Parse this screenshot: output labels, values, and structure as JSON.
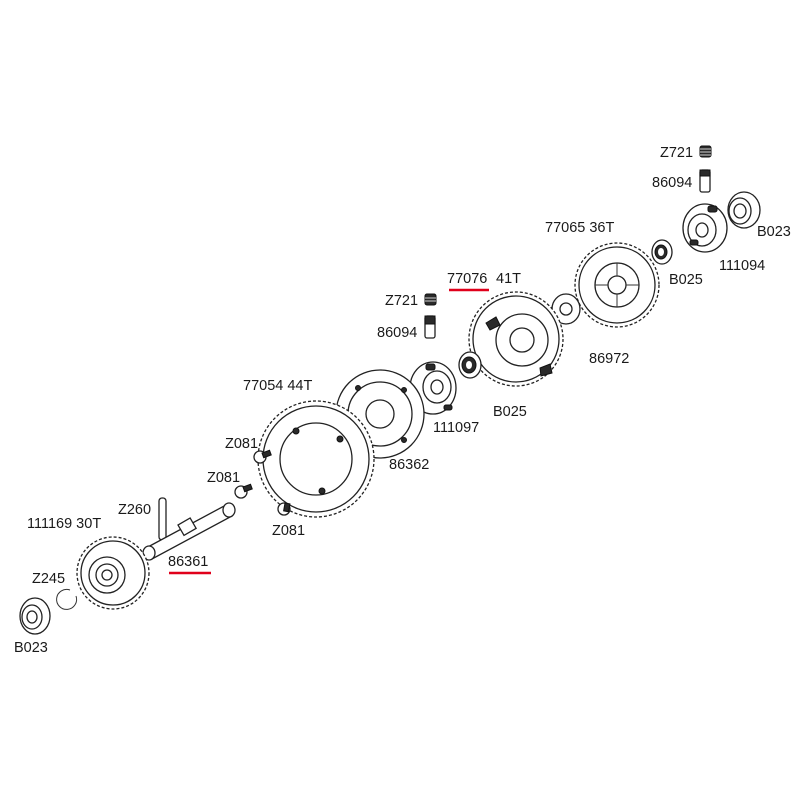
{
  "highlight_color": "#e0001b",
  "labels": {
    "z721_top": "Z721",
    "p86094_top": "86094",
    "b023_right": "B023",
    "g77065": "77065 36T",
    "b025_right": "B025",
    "p111094": "111094",
    "g77076_num": "77076",
    "g77076_teeth": "41T",
    "z721_mid": "Z721",
    "p86094_mid": "86094",
    "p86972": "86972",
    "b025_mid": "B025",
    "p111097": "111097",
    "g77054": "77054 44T",
    "p86362": "86362",
    "z081_a": "Z081",
    "z081_b": "Z081",
    "z081_c": "Z081",
    "z260": "Z260",
    "g111169": "111169 30T",
    "p86361": "86361",
    "z245": "Z245",
    "b023_left": "B023"
  }
}
